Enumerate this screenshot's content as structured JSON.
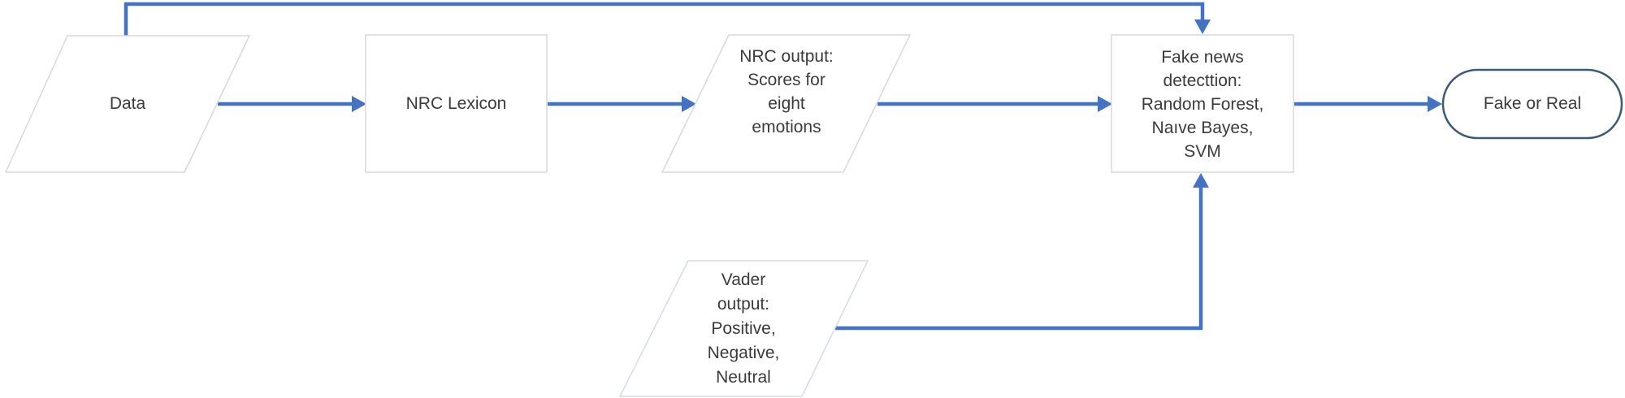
{
  "diagram": {
    "title": "fake-news-detection-flowchart",
    "nodes": {
      "data_input": {
        "shape": "parallelogram",
        "label": "Data"
      },
      "nrc_lexicon": {
        "shape": "rectangle",
        "label": "NRC Lexicon"
      },
      "nrc_output": {
        "shape": "parallelogram",
        "label": "NRC output:\nScores for\neight\nemotions"
      },
      "vader_output": {
        "shape": "parallelogram",
        "label": "Vader\noutput:\nPositive,\nNegative,\nNeutral"
      },
      "fake_news_detection": {
        "shape": "rectangle",
        "label": "Fake news\ndetecttion:\nRandom Forest,\nNaıve Bayes,\nSVM"
      },
      "result": {
        "shape": "terminator",
        "label": "Fake or Real"
      }
    },
    "edges": [
      {
        "from": "data_input",
        "to": "nrc_lexicon",
        "arrow": true
      },
      {
        "from": "nrc_lexicon",
        "to": "nrc_output",
        "arrow": true
      },
      {
        "from": "nrc_output",
        "to": "fake_news_detection",
        "arrow": true
      },
      {
        "from": "data_input",
        "to": "fake_news_detection",
        "arrow": true,
        "route": "over-top"
      },
      {
        "from": "vader_output",
        "to": "fake_news_detection",
        "arrow": true,
        "route": "bottom"
      },
      {
        "from": "fake_news_detection",
        "to": "result",
        "arrow": true
      }
    ],
    "colors": {
      "connector": "#4472C4",
      "shape_border": "#D9D9D9",
      "vader_border": "#D6DCE4",
      "terminator_border": "#3C5A78",
      "text": "#3B3B3B",
      "background": "#FFFFFF"
    }
  }
}
